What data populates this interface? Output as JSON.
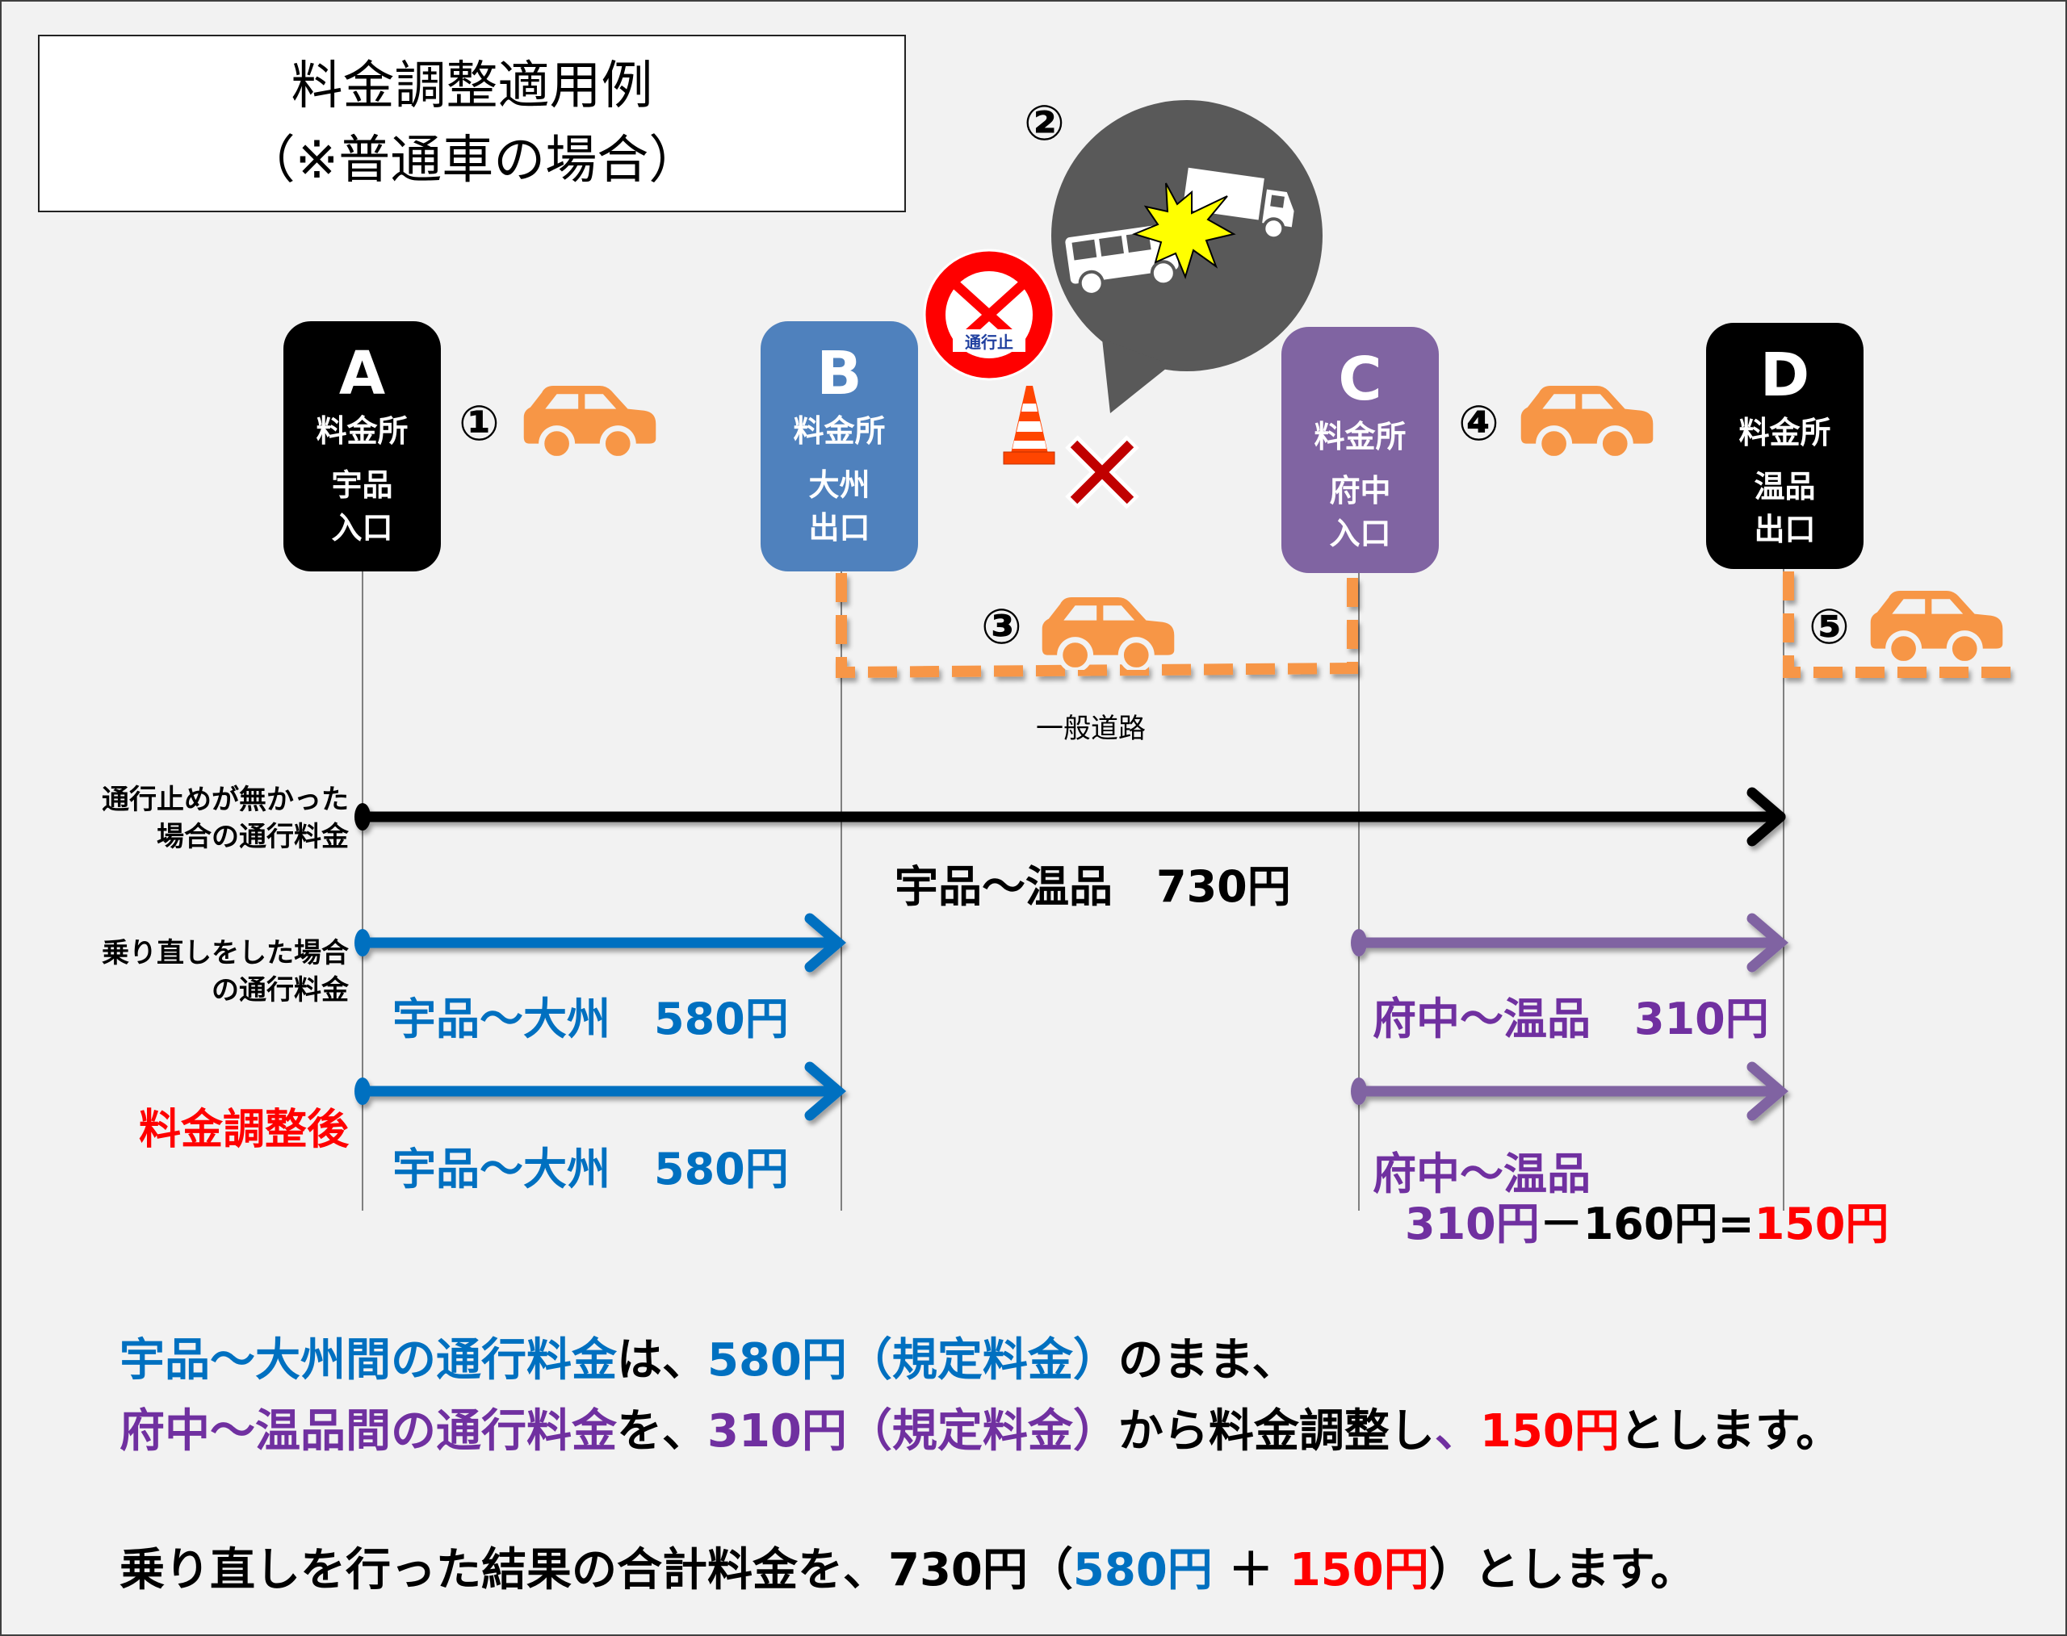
{
  "title": {
    "line1": "料金調整適用例",
    "line2": "（※普通車の場合）"
  },
  "colors": {
    "road": "#f79646",
    "booth_a": "#000000",
    "booth_b": "#4f81bd",
    "booth_c": "#8064a2",
    "booth_d": "#000000",
    "blue_text": "#0070c0",
    "purple_text": "#7030a0",
    "red_text": "#ff0000",
    "bubble": "#595959",
    "x_mark": "#c00000"
  },
  "booths": [
    {
      "letter": "A",
      "kind": "料金所",
      "place": "宇品",
      "gate": "入口"
    },
    {
      "letter": "B",
      "kind": "料金所",
      "place": "大州",
      "gate": "出口"
    },
    {
      "letter": "C",
      "kind": "料金所",
      "place": "府中",
      "gate": "入口"
    },
    {
      "letter": "D",
      "kind": "料金所",
      "place": "温品",
      "gate": "出口"
    }
  ],
  "steps": {
    "s1": "①",
    "s2": "②",
    "s3": "③",
    "s4": "④",
    "s5": "⑤"
  },
  "icons": {
    "car": "car-icon",
    "sign": "road-closed-sign-icon",
    "sign_text": "通行止",
    "cone": "traffic-cone-icon",
    "accident": "collision-icon",
    "blocked": "x-mark-icon"
  },
  "general_road_label": "一般道路",
  "rows": {
    "no_closure": {
      "label_line1": "通行止めが無かった",
      "label_line2": "場合の通行料金",
      "fare": "宇品～温品　730円"
    },
    "re_entry": {
      "label_line1": "乗り直しをした場合",
      "label_line2": "の通行料金",
      "fare_left": "宇品～大州　580円",
      "fare_right": "府中～温品　310円"
    },
    "adjusted": {
      "label": "料金調整後",
      "fare_left": "宇品～大州　580円",
      "fare_right_line1": "府中～温品",
      "calc_a": "310円",
      "calc_minus": "－160円=",
      "calc_result": "150円"
    }
  },
  "notes": {
    "line1": {
      "a": "宇品～大州間の通行料金",
      "b": "は、",
      "c": "580円（規定料金）",
      "d": "のまま、"
    },
    "line2": {
      "a": "府中～温品間の通行料金",
      "b": "を、",
      "c": "310円（規定料金）",
      "d": "から料金調整し",
      "e": "、",
      "f": "150円",
      "g": "とします。"
    },
    "line3": {
      "a": "乗り直しを行った結果の合計料金を、730円（",
      "b": "580円",
      "c": " ＋ ",
      "d": "150円",
      "e": "）とします。"
    }
  }
}
